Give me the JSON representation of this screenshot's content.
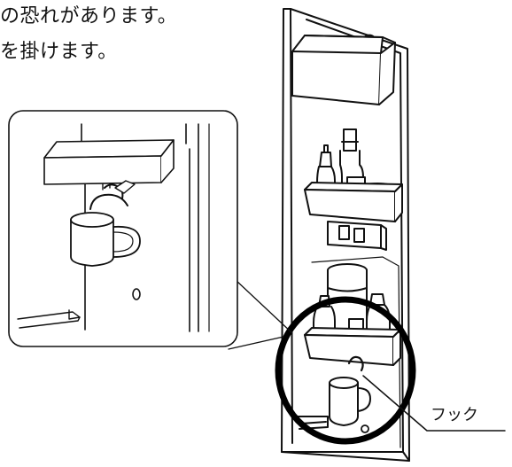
{
  "caption": {
    "line1": "の恐れがあります。",
    "line2": "を掛けます。"
  },
  "callout": {
    "hook_label": "フック"
  }
}
